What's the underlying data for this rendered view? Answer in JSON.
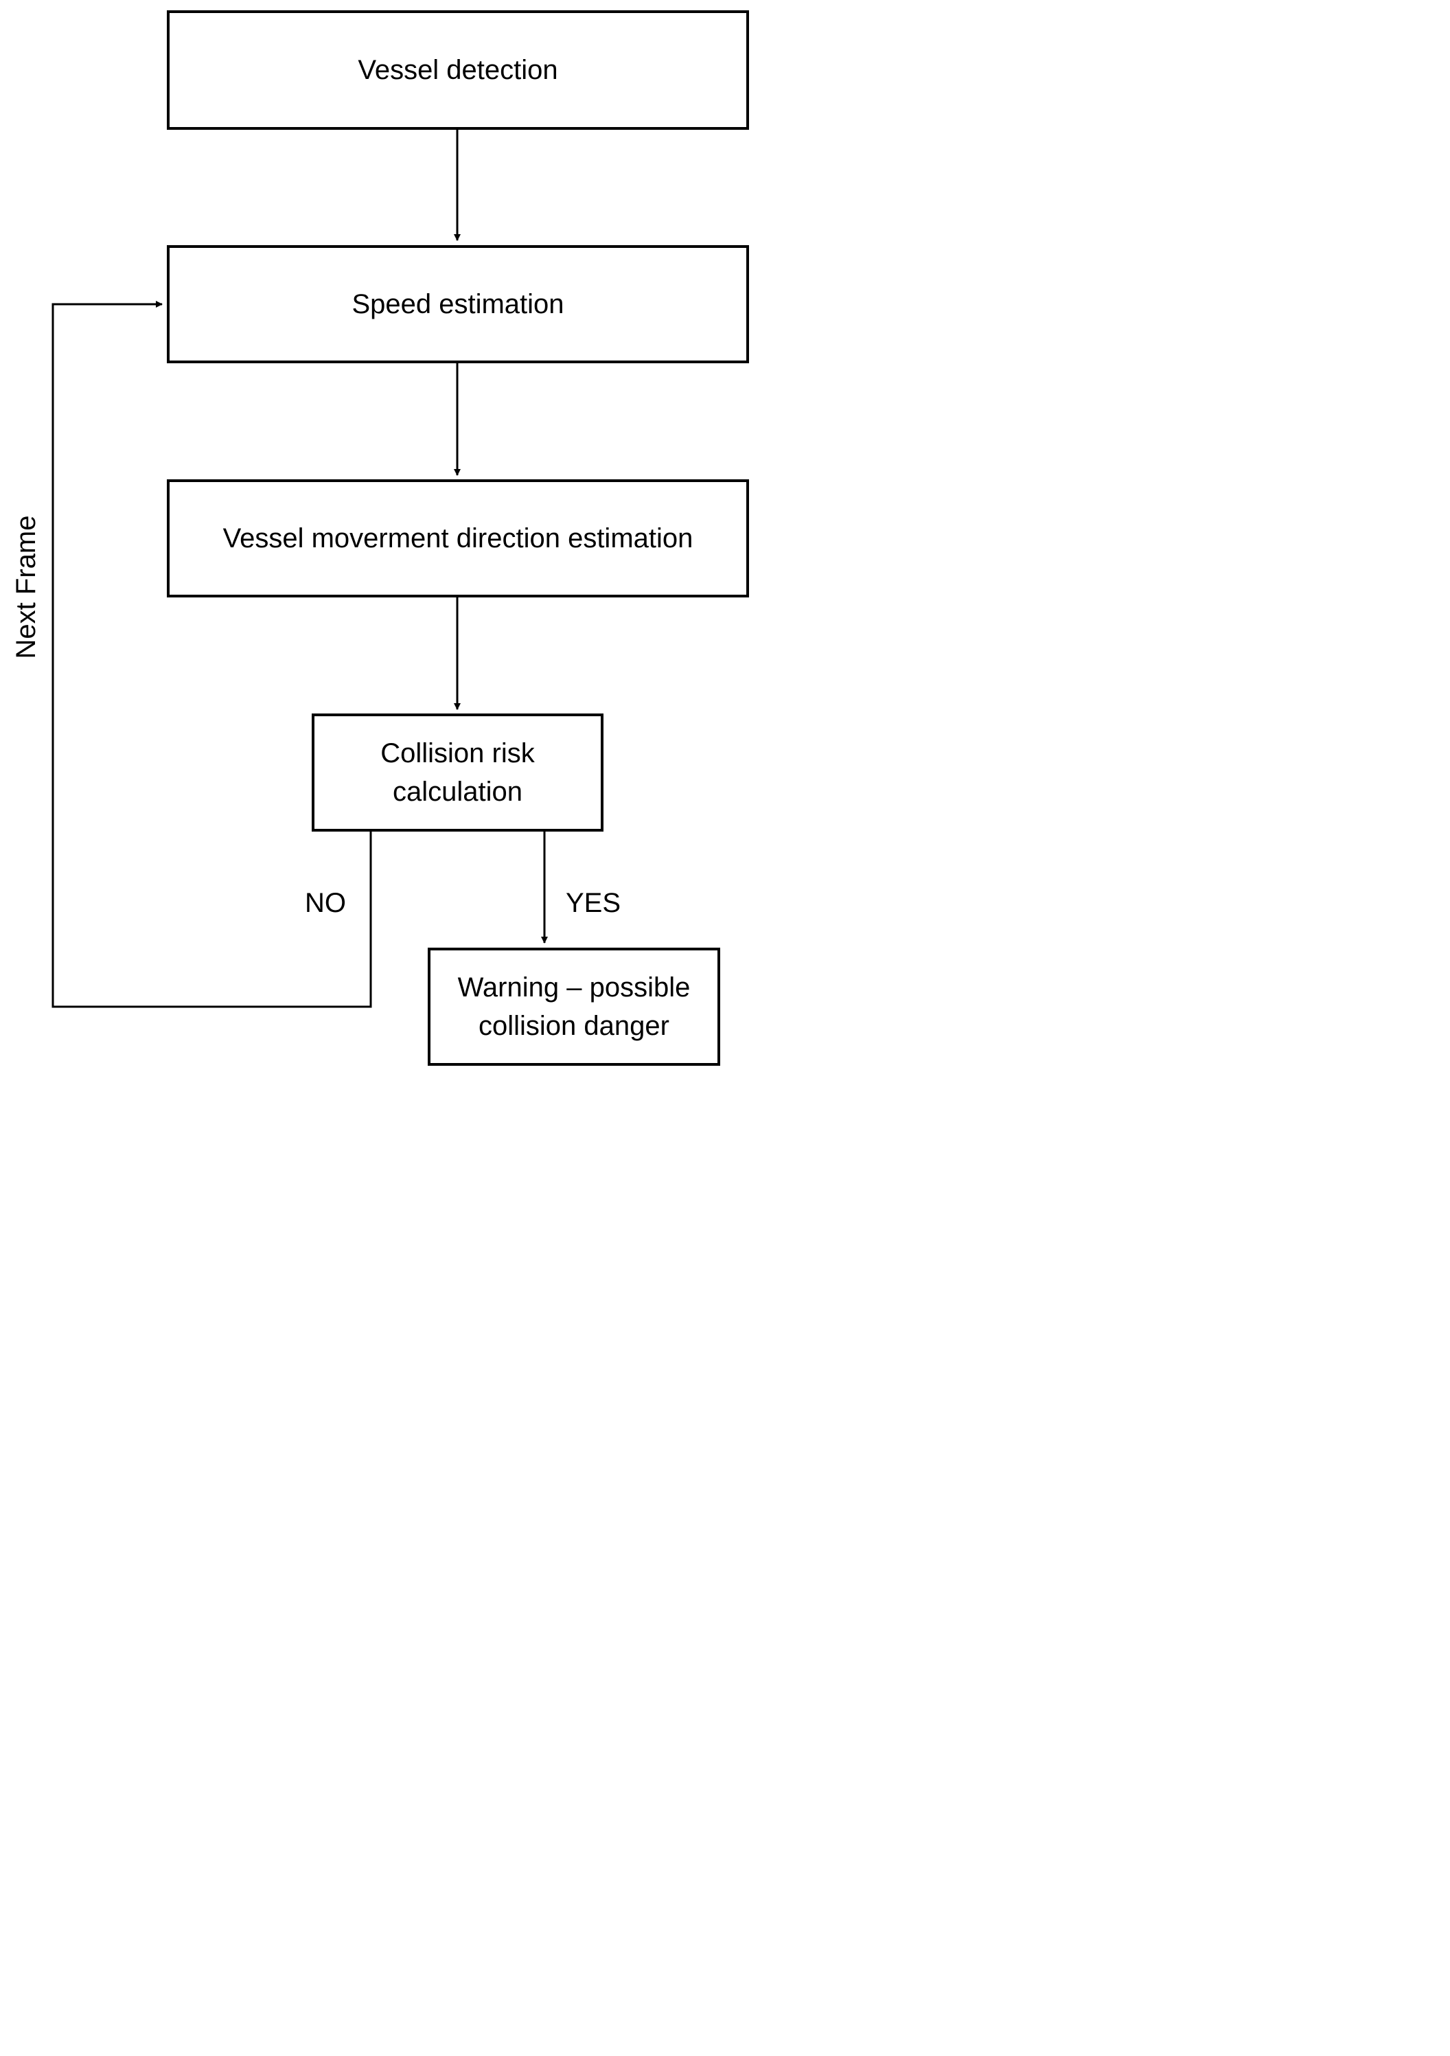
{
  "nodes": {
    "vessel_detection": "Vessel detection",
    "speed_estimation": "Speed estimation",
    "direction_estimation": "Vessel moverment direction estimation",
    "collision_risk": [
      "Collision risk",
      "calculation"
    ],
    "warning": [
      "Warning – possible",
      "collision danger"
    ]
  },
  "edges": {
    "no_label": "NO",
    "yes_label": "YES",
    "loop_label": "Next Frame"
  },
  "colors": {
    "stroke": "#000000",
    "background": "#ffffff"
  }
}
